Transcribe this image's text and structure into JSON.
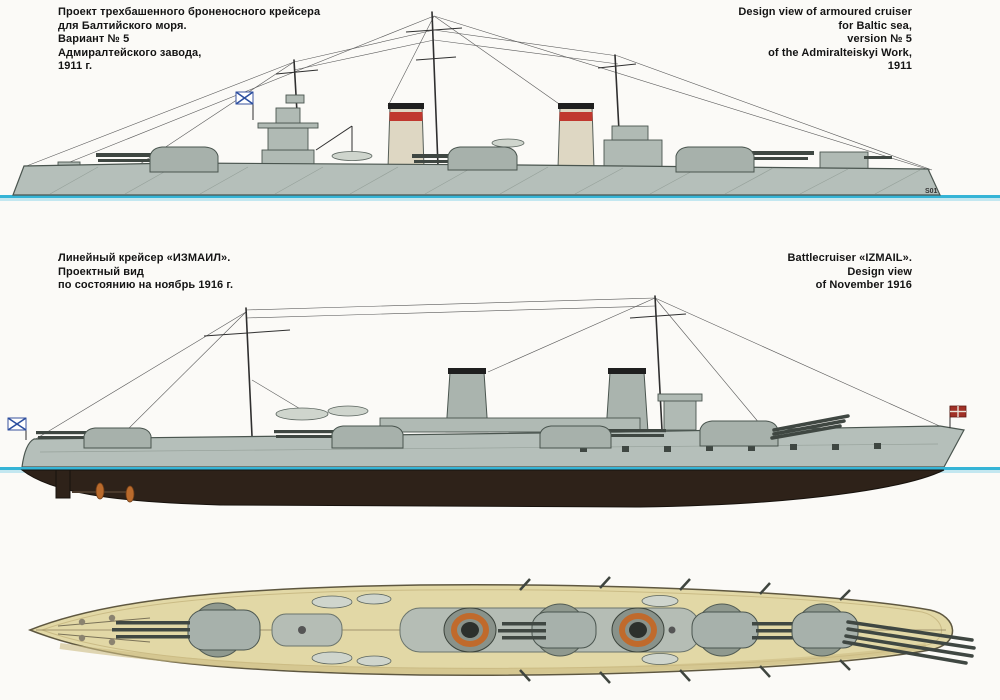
{
  "annotations": {
    "top_left": {
      "lines": [
        "Проект трехбашенного броненосного крейсера",
        "для Балтийского моря.",
        "Вариант № 5",
        "Адмиралтейского завода,",
        "1911 г."
      ]
    },
    "top_right": {
      "lines": [
        "Design view of armoured cruiser",
        "for Baltic sea,",
        "version № 5",
        "of the Admiralteiskyi Work,",
        "1911"
      ]
    },
    "mid_left": {
      "lines": [
        "Линейный крейсер «ИЗМАИЛ».",
        "Проектный вид",
        "по состоянию на ноябрь 1916 г."
      ]
    },
    "mid_right": {
      "lines": [
        "Battlecruiser «IZMAIL».",
        "Design view",
        "of November 1916"
      ]
    },
    "artist_mark": "S01"
  },
  "colors": {
    "paper": "#fbfaf7",
    "waterline": "#35b4d6",
    "waterline-light": "#c3e7f0",
    "hull": "#b5bfba",
    "hull-line": "#4a554f",
    "hull-dark": "#2e2219",
    "funnel": "#ded7c3",
    "funnel-band": "#c0382e",
    "deck": "#e2d8a6",
    "deck-edge": "#5e5740",
    "orange": "#c06a2c",
    "ink": "#141414"
  }
}
